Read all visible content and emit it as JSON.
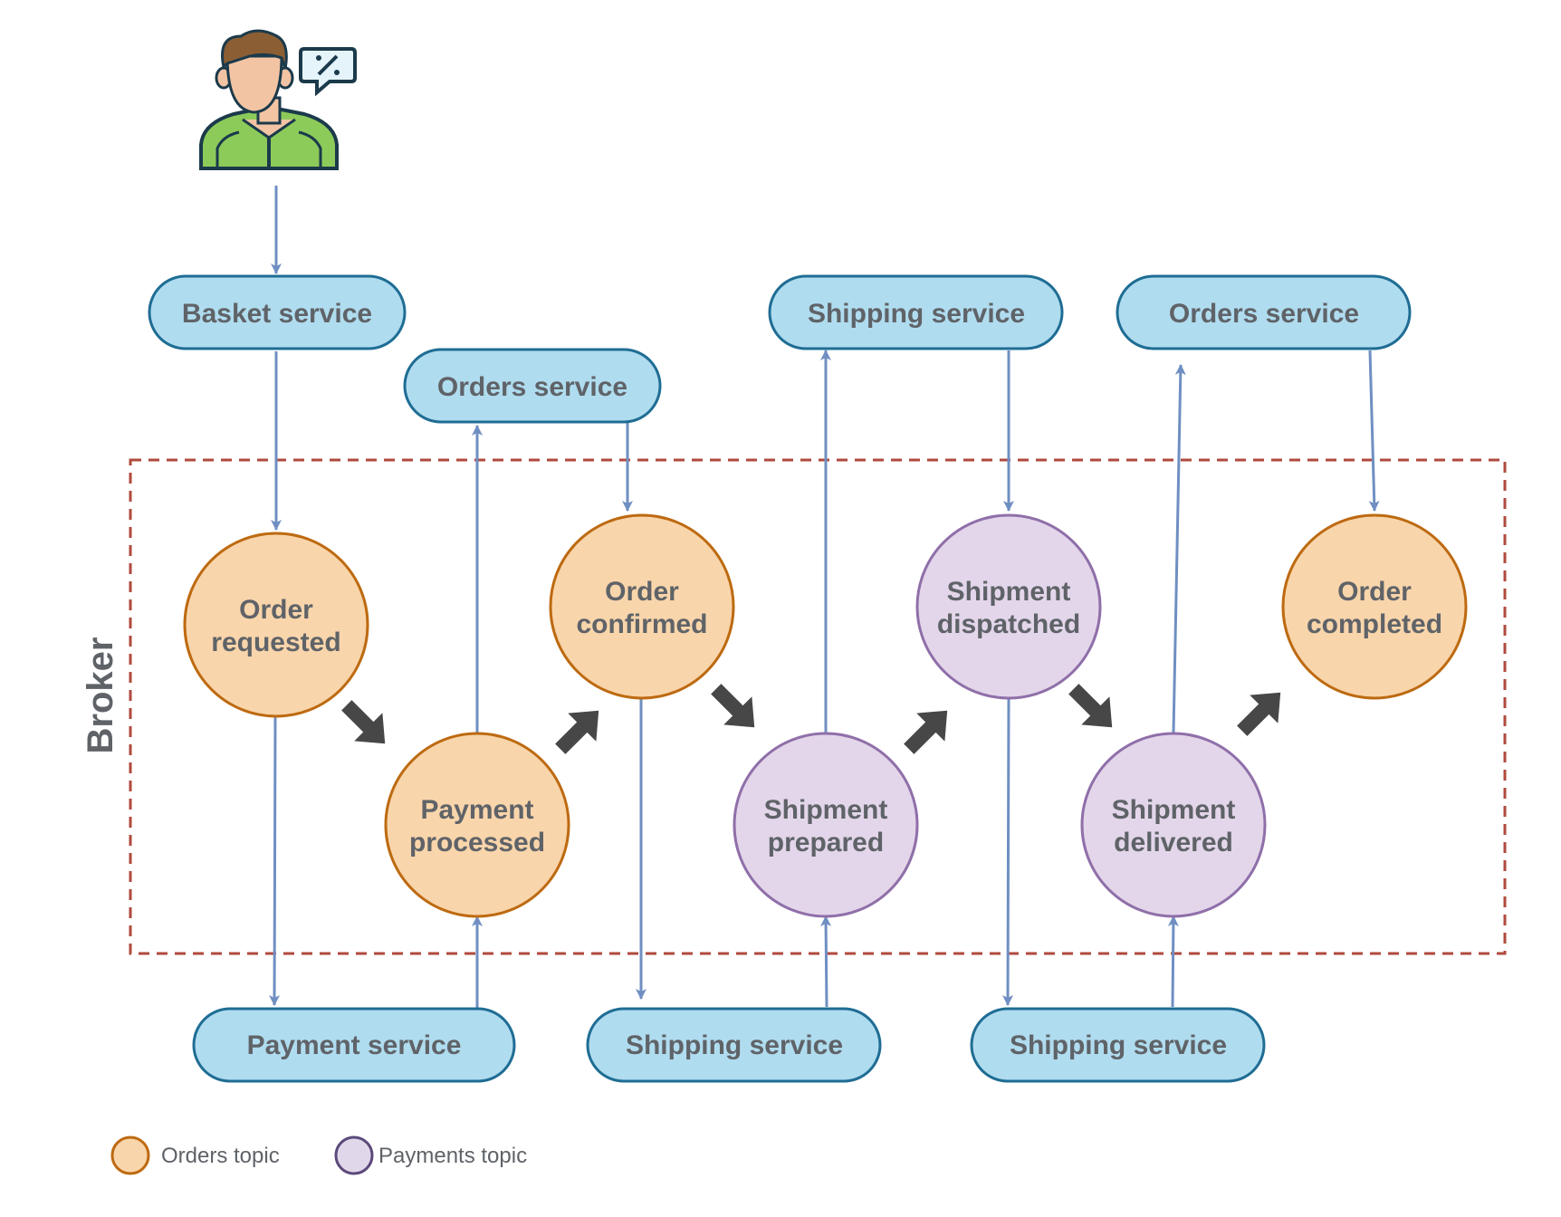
{
  "broker_label": "Broker",
  "services": {
    "basket": "Basket service",
    "orders_mid": "Orders service",
    "shipping_top": "Shipping service",
    "orders_top": "Orders service",
    "payment": "Payment service",
    "shipping_bottom_1": "Shipping service",
    "shipping_bottom_2": "Shipping service"
  },
  "events": {
    "order_requested": [
      "Order",
      "requested"
    ],
    "payment_processed": [
      "Payment",
      "processed"
    ],
    "order_confirmed": [
      "Order",
      "confirmed"
    ],
    "shipment_prepared": [
      "Shipment",
      "prepared"
    ],
    "shipment_dispatched": [
      "Shipment",
      "dispatched"
    ],
    "shipment_delivered": [
      "Shipment",
      "delivered"
    ],
    "order_completed": [
      "Order",
      "completed"
    ]
  },
  "legend": {
    "orders_topic": "Orders topic",
    "payments_topic": "Payments topic"
  },
  "colors": {
    "service_fill": "#b0dcef",
    "service_stroke": "#1f6d94",
    "orders_fill": "#f9d5ab",
    "orders_stroke": "#bd6a11",
    "payments_fill": "#e3d6ea",
    "payments_stroke": "#8f6fa9",
    "connector": "#6f8fc2",
    "broker_border": "#b04a3e",
    "flow_arrow": "#474747"
  },
  "icons": {
    "user": "customer-avatar-icon",
    "discount": "discount-speech-bubble-icon"
  }
}
